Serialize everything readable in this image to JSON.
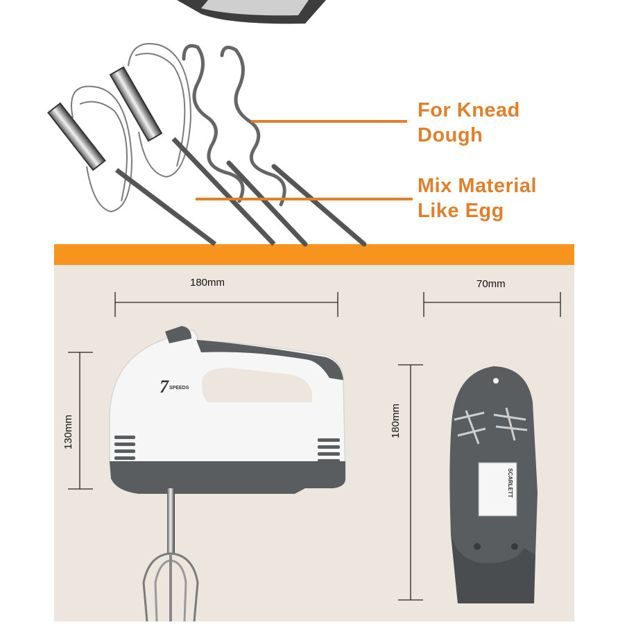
{
  "callouts": {
    "knead_line1": "For Knead",
    "knead_line2": "Dough",
    "mix_line1": "Mix Material",
    "mix_line2": "Like Egg"
  },
  "dimensions": {
    "front_width": "180mm",
    "front_height": "130mm",
    "side_width": "70mm",
    "side_height": "180mm"
  },
  "product_marks": {
    "speed_digit": "7",
    "speed_word": "SPEEDS",
    "brand_label": "SCARLETT"
  },
  "colors": {
    "accent_orange": "#f7941d",
    "callout_orange": "#e0802a",
    "panel_beige": "#ece6df",
    "body_gray": "#5a5d60",
    "body_white": "#f6f6f6"
  }
}
